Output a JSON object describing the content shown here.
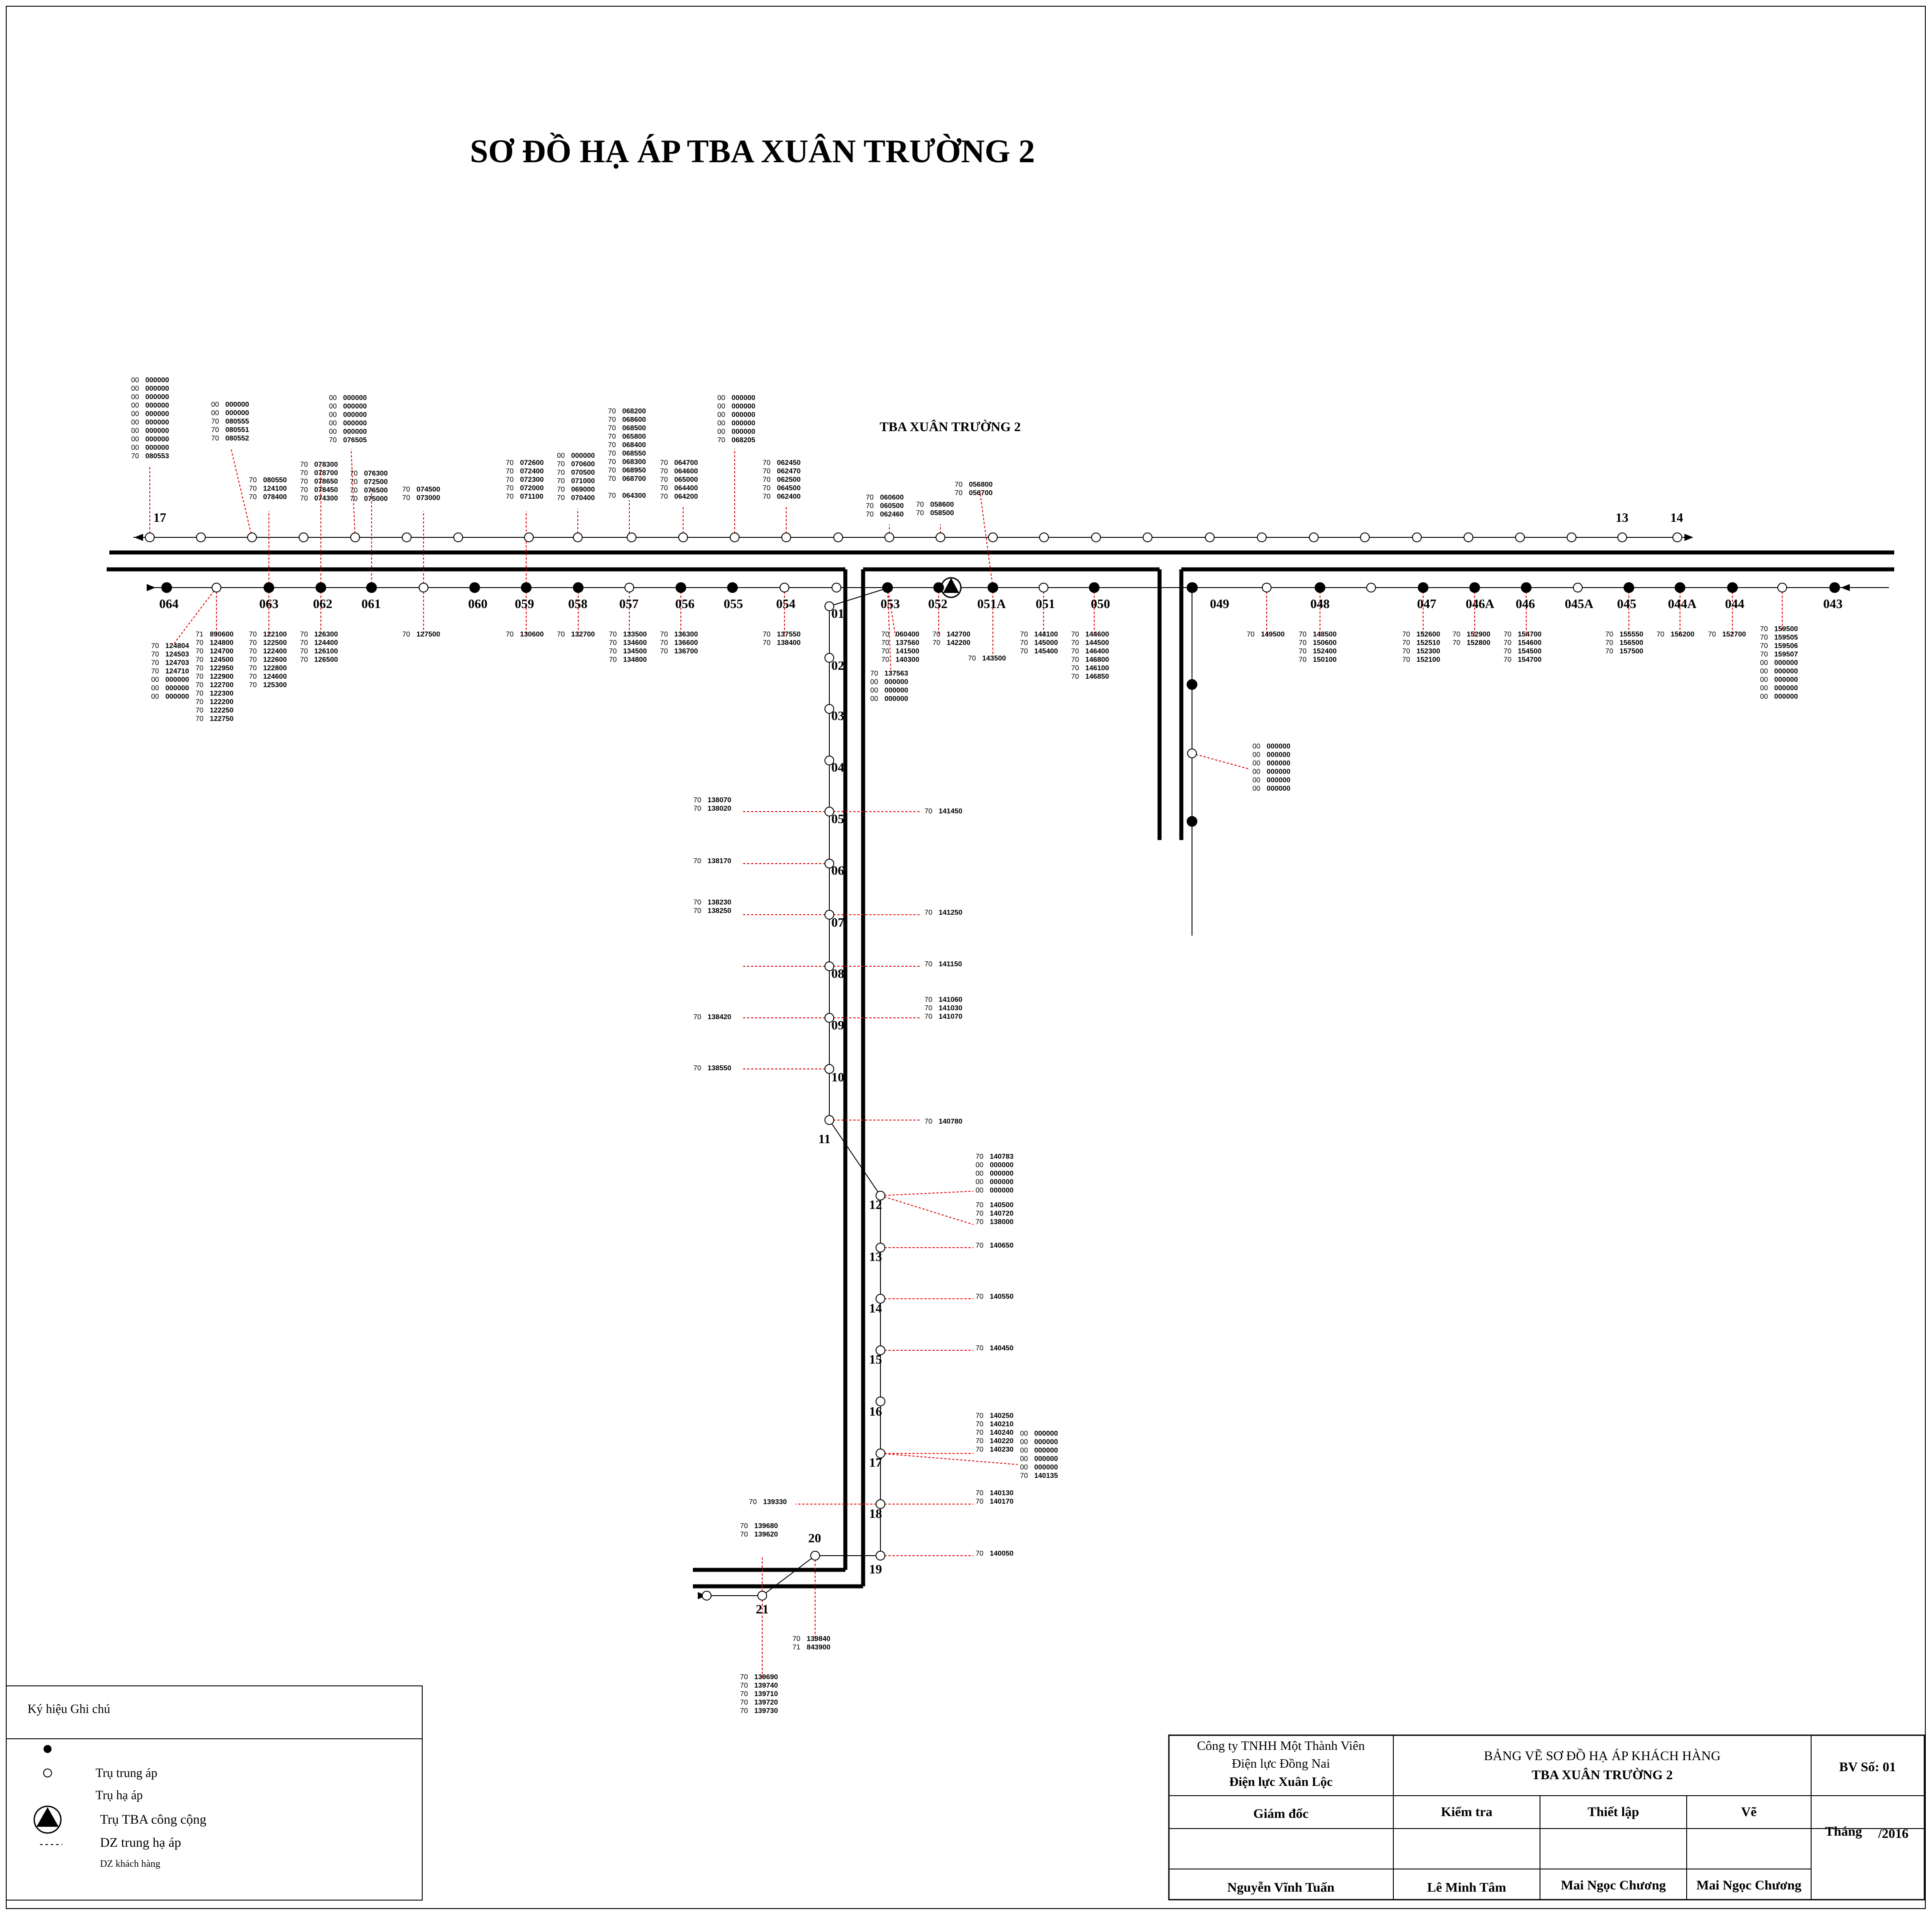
{
  "title": "SƠ ĐỒ HẠ ÁP TBA XUÂN TRƯỜNG 2",
  "station_label": "TBA XUÂN TRƯỜNG 2",
  "colors": {
    "line": "#000000",
    "branch": "#e00000"
  },
  "upper_line": {
    "left_pole": "17",
    "right_poles": [
      "13",
      "14"
    ]
  },
  "main_poles": {
    "labels": [
      "064",
      "063",
      "062",
      "061",
      "060",
      "059",
      "058",
      "057",
      "056",
      "055",
      "054",
      "053",
      "052",
      "051A",
      "051",
      "050",
      "049",
      "048",
      "047",
      "046A",
      "046",
      "045A",
      "045",
      "044A",
      "044",
      "043"
    ]
  },
  "vertical_poles": [
    "01",
    "02",
    "03",
    "04",
    "05",
    "06",
    "07",
    "08",
    "09",
    "10",
    "11",
    "12",
    "13",
    "14",
    "15",
    "16",
    "17",
    "18",
    "19",
    "20",
    "21"
  ],
  "meter_groups": [
    {
      "lines": [
        "00  000000",
        "00  000000",
        "00  000000",
        "00  000000",
        "00  000000",
        "00  000000",
        "00  000000",
        "00  000000",
        "00  000000",
        "70  080553"
      ]
    },
    {
      "lines": [
        "00  000000",
        "00  000000",
        "70  080555",
        "70  080551",
        "70  080552"
      ]
    },
    {
      "lines": [
        "70  080550",
        "70  124100",
        "70  078400"
      ]
    },
    {
      "lines": [
        "70  078300",
        "70  078700",
        "70  078650",
        "70  078450",
        "70  074300"
      ]
    },
    {
      "lines": [
        "00  000000",
        "00  000000",
        "00  000000",
        "00  000000",
        "00  000000",
        "70  076505"
      ]
    },
    {
      "lines": [
        "70  076300",
        "70  072500",
        "70  076500",
        "70  075000"
      ]
    },
    {
      "lines": [
        "70  074500",
        "70  073000"
      ]
    },
    {
      "lines": [
        "70  072600",
        "70  072400",
        "70  072300",
        "70  072000",
        "70  071100"
      ]
    },
    {
      "lines": [
        "00  000000",
        "70  070600",
        "70  070500",
        "70  071000",
        "70  069000",
        "70  070400"
      ]
    },
    {
      "lines": [
        "70  068200",
        "70  068600",
        "70  068500",
        "70  065800",
        "70  068400",
        "70  068550",
        "70  068300",
        "70  068950",
        "70  068700",
        "",
        "70  064300"
      ]
    },
    {
      "lines": [
        "70  064700",
        "70  064600",
        "70  065000",
        "70  064400",
        "70  064200"
      ]
    },
    {
      "lines": [
        "00  000000",
        "00  000000",
        "00  000000",
        "00  000000",
        "00  000000",
        "70  068205"
      ]
    },
    {
      "lines": [
        "70  062450",
        "70  062470",
        "70  062500",
        "70  064500",
        "70  062400"
      ]
    },
    {
      "lines": [
        "70  060600",
        "70  060500",
        "70  062460"
      ]
    },
    {
      "lines": [
        "70  058600",
        "70  058500"
      ]
    },
    {
      "lines": [
        "70  056800",
        "70  056700"
      ]
    },
    {
      "lines": [
        "70  124804",
        "70  124503",
        "70  124703",
        "70  124710",
        "00  000000",
        "00  000000",
        "00  000000"
      ]
    },
    {
      "lines": [
        "71  890600",
        "70  124800",
        "70  124700",
        "70  124500",
        "70  122950",
        "70  122900",
        "70  122700",
        "70  122300",
        "70  122200",
        "70  122250",
        "70  122750"
      ]
    },
    {
      "lines": [
        "70  122100",
        "70  122500",
        "70  122400",
        "70  122600",
        "70  122800",
        "70  124600",
        "70  125300"
      ]
    },
    {
      "lines": [
        "70  126300",
        "70  124400",
        "70  126100",
        "70  126500"
      ]
    },
    {
      "lines": [
        "70  127500"
      ]
    },
    {
      "lines": [
        "70  130600"
      ]
    },
    {
      "lines": [
        "70  132700"
      ]
    },
    {
      "lines": [
        "70  133500",
        "70  134600",
        "70  134500",
        "70  134800"
      ]
    },
    {
      "lines": [
        "70  136300",
        "70  136600",
        "70  136700"
      ]
    },
    {
      "lines": [
        "70  137550",
        "70  138400"
      ]
    },
    {
      "lines": [
        "70  060400",
        "70  137560",
        "70  141500",
        "70  140300"
      ]
    },
    {
      "lines": [
        "70  137563",
        "00  000000",
        "00  000000",
        "00  000000"
      ]
    },
    {
      "lines": [
        "70  142700",
        "70  142200"
      ]
    },
    {
      "lines": [
        "70  143500"
      ]
    },
    {
      "lines": [
        "70  144100",
        "70  145000",
        "70  145400"
      ]
    },
    {
      "lines": [
        "70  144600",
        "70  144500",
        "70  146400",
        "70  146800",
        "70  146100",
        "70  146850"
      ]
    },
    {
      "lines": [
        "70  149500"
      ]
    },
    {
      "lines": [
        "70  148500",
        "70  150600",
        "70  152400",
        "70  150100"
      ]
    },
    {
      "lines": [
        "70  152600",
        "70  152510",
        "70  152300",
        "70  152100"
      ]
    },
    {
      "lines": [
        "70  152900",
        "70  152800"
      ]
    },
    {
      "lines": [
        "70  154700",
        "70  154600",
        "70  154500",
        "70  154700"
      ]
    },
    {
      "lines": [
        "70  155550",
        "70  156500",
        "70  157500"
      ]
    },
    {
      "lines": [
        "70  156200"
      ]
    },
    {
      "lines": [
        "70  152700"
      ]
    },
    {
      "lines": [
        "70  159500",
        "70  159505",
        "70  159506",
        "70  159507",
        "00  000000",
        "00  000000",
        "00  000000",
        "00  000000",
        "00  000000"
      ]
    },
    {
      "lines": [
        "00  000000",
        "00  000000",
        "00  000000",
        "00  000000",
        "00  000000",
        "00  000000"
      ]
    },
    {
      "lines": [
        "70  138070",
        "70  138020"
      ]
    },
    {
      "lines": [
        "70  141450"
      ]
    },
    {
      "lines": [
        "70  138170"
      ]
    },
    {
      "lines": [
        "70  138230",
        "70  138250"
      ]
    },
    {
      "lines": [
        "70  141250"
      ]
    },
    {
      "lines": [
        "70  141150"
      ]
    },
    {
      "lines": [
        "70  138420"
      ]
    },
    {
      "lines": [
        "70  141060",
        "70  141030",
        "70  141070"
      ]
    },
    {
      "lines": [
        "70  138550"
      ]
    },
    {
      "lines": [
        "70  140780"
      ]
    },
    {
      "lines": [
        "70  140783",
        "00  000000",
        "00  000000",
        "00  000000",
        "00  000000"
      ]
    },
    {
      "lines": [
        "70  140500",
        "70  140720",
        "70  138000"
      ]
    },
    {
      "lines": [
        "70  140650"
      ]
    },
    {
      "lines": [
        "70  140550"
      ]
    },
    {
      "lines": [
        "70  140450"
      ]
    },
    {
      "lines": [
        "70  140250",
        "70  140210",
        "70  140240",
        "70  140220",
        "70  140230"
      ]
    },
    {
      "lines": [
        "00  000000",
        "00  000000",
        "00  000000",
        "00  000000",
        "00  000000",
        "70  140135"
      ]
    },
    {
      "lines": [
        "70  139330"
      ]
    },
    {
      "lines": [
        "70  140130",
        "70  140170"
      ]
    },
    {
      "lines": [
        "70  140050"
      ]
    },
    {
      "lines": [
        "70  139680",
        "70  139620"
      ]
    },
    {
      "lines": [
        "70  139840",
        "71  843900"
      ]
    },
    {
      "lines": [
        "70  139690",
        "70  139740",
        "70  139710",
        "70  139720",
        "70  139730"
      ]
    }
  ],
  "legend": {
    "heading": "Ký hiệu  Ghi chú",
    "items": [
      "Trụ trung áp",
      "Trụ hạ áp",
      "Trụ TBA công cộng",
      "DZ trung hạ áp",
      "DZ khách hàng"
    ]
  },
  "title_block": {
    "company_line1": "Công ty TNHH Một Thành Viên",
    "company_line2": "Điện lực Đồng Nai",
    "company_line3": "Điện lực Xuân Lộc",
    "drawing_title1": "BẢNG VẼ SƠ ĐỒ HẠ ÁP KHÁCH HÀNG",
    "drawing_title2": "TBA XUÂN TRƯỜNG 2",
    "drawing_no": "BV Số: 01",
    "roles": [
      "Giám đốc",
      "Kiểm tra",
      "Thiết lập",
      "Vẽ"
    ],
    "month_label": "Tháng",
    "year": "/2016",
    "names": [
      "Nguyễn Vĩnh Tuấn",
      "Lê Minh Tâm",
      "Mai Ngọc Chương",
      "Mai Ngọc Chương"
    ]
  }
}
